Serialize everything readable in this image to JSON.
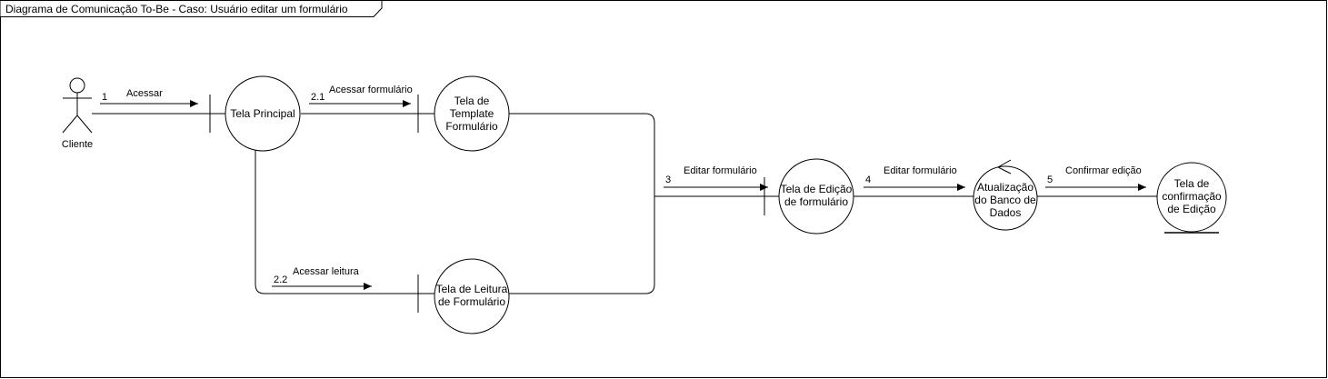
{
  "frame": {
    "title": "Diagrama de Comunicação To-Be - Caso: Usuário editar um formulário"
  },
  "actor": {
    "label": "Cliente"
  },
  "nodes": {
    "tela_principal": "Tela Principal",
    "tela_template": [
      "Tela de",
      "Template",
      "Formulário"
    ],
    "tela_leitura": [
      "Tela de Leitura",
      "de Formulário"
    ],
    "tela_edicao": [
      "Tela de Edição",
      "de formulário"
    ],
    "atualizacao": [
      "Atualização",
      "do Banco de",
      "Dados"
    ],
    "tela_confirmacao": [
      "Tela de",
      "confirmação",
      "de Edição"
    ]
  },
  "messages": {
    "m1": {
      "num": "1",
      "text": "Acessar"
    },
    "m21": {
      "num": "2.1",
      "text": "Acessar formulário"
    },
    "m22": {
      "num": "2.2",
      "text": "Acessar leitura"
    },
    "m3": {
      "num": "3",
      "text": "Editar formulário"
    },
    "m4": {
      "num": "4",
      "text": "Editar formulário"
    },
    "m5": {
      "num": "5",
      "text": "Confirmar edição"
    }
  }
}
